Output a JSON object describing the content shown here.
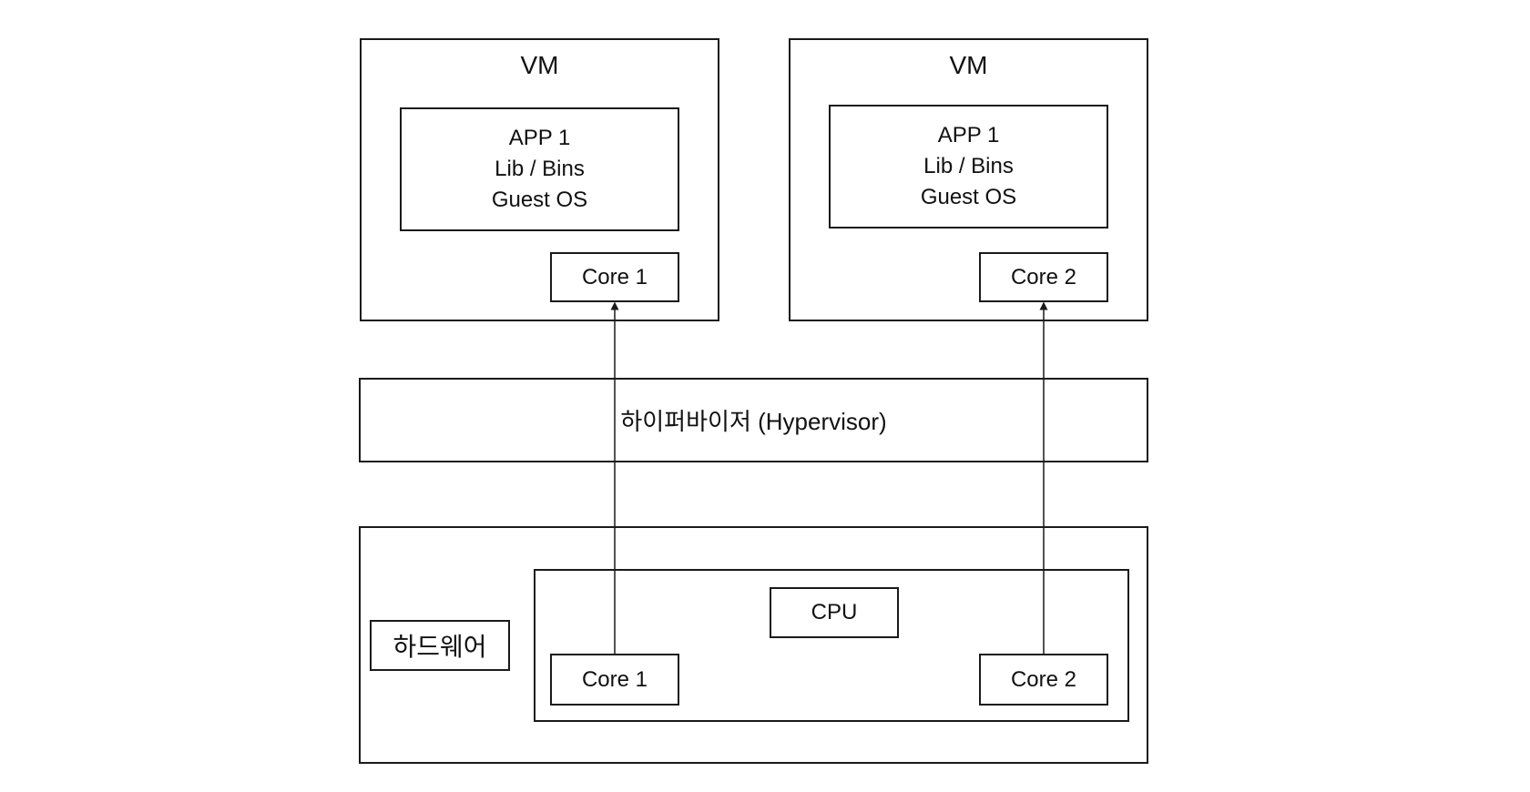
{
  "vm_left": {
    "title": "VM",
    "stack": [
      "APP 1",
      "Lib / Bins",
      "Guest OS"
    ],
    "core": "Core 1"
  },
  "vm_right": {
    "title": "VM",
    "stack": [
      "APP 1",
      "Lib / Bins",
      "Guest OS"
    ],
    "core": "Core 2"
  },
  "hypervisor": {
    "label": "하이퍼바이저 (Hypervisor)"
  },
  "hardware": {
    "label": "하드웨어",
    "cpu": {
      "label": "CPU",
      "core_left": "Core 1",
      "core_right": "Core 2"
    }
  },
  "colors": {
    "stroke": "#1a1a1a",
    "background": "#ffffff"
  }
}
